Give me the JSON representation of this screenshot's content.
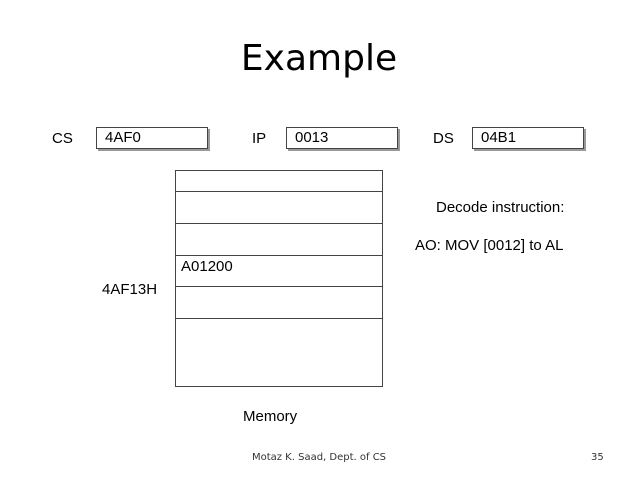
{
  "title": "Example",
  "registers": {
    "cs": {
      "label": "CS",
      "value": "4AF0"
    },
    "ip": {
      "label": "IP",
      "value": "0013"
    },
    "ds": {
      "label": "DS",
      "value": "04B1"
    }
  },
  "memory": {
    "rows": [
      "",
      "",
      "",
      "A01200",
      "",
      ""
    ],
    "address_label": "4AF13H",
    "caption": "Memory"
  },
  "notes": {
    "decode": "Decode instruction:",
    "instruction": "AO: MOV [0012] to AL"
  },
  "footer": {
    "author": "Motaz K. Saad, Dept. of CS",
    "page": "35"
  }
}
